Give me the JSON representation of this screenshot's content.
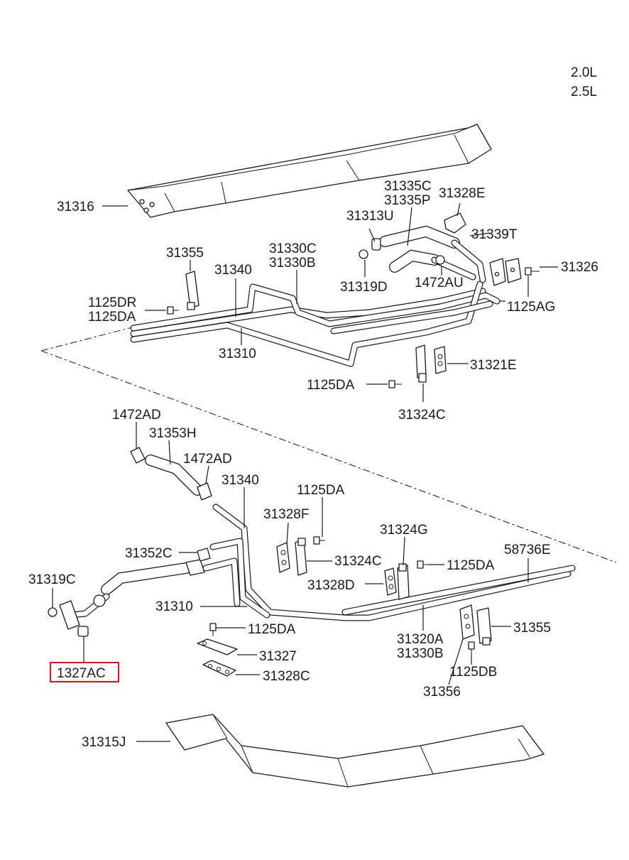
{
  "engine_variants": [
    "2.0L",
    "2.5L"
  ],
  "highlight_color": "#e0161b",
  "highlighted_part": "1327AC",
  "labels": {
    "p31316": "31316",
    "p31335C": "31335C",
    "p31335P": "31335P",
    "p31328E": "31328E",
    "p31313U": "31313U",
    "p31339T": "31339T",
    "p31355_top": "31355",
    "p31330C": "31330C",
    "p31330B_top": "31330B",
    "p31340_top": "31340",
    "p31326": "31326",
    "p31319D": "31319D",
    "p1472AU": "1472AU",
    "p1125DR": "1125DR",
    "p1125DA_top": "1125DA",
    "p1125AG": "1125AG",
    "p31310_top": "31310",
    "p31321E": "31321E",
    "p1125DA_mid": "1125DA",
    "p31324C_top": "31324C",
    "p1472AD_a": "1472AD",
    "p31353H": "31353H",
    "p1472AD_b": "1472AD",
    "p31340_bot": "31340",
    "p1125DA_b1": "1125DA",
    "p31328F": "31328F",
    "p31324G": "31324G",
    "p31352C": "31352C",
    "p31324C_bot": "31324C",
    "p1125DA_b2": "1125DA",
    "p58736E": "58736E",
    "p31319C": "31319C",
    "p31328D": "31328D",
    "p31310_bot": "31310",
    "p1125DA_b3": "1125DA",
    "p31320A": "31320A",
    "p31330B_bot": "31330B",
    "p31355_bot": "31355",
    "p31327": "31327",
    "p1327AC": "1327AC",
    "p1125DB": "1125DB",
    "p31328C": "31328C",
    "p31356": "31356",
    "p31315J": "31315J"
  }
}
